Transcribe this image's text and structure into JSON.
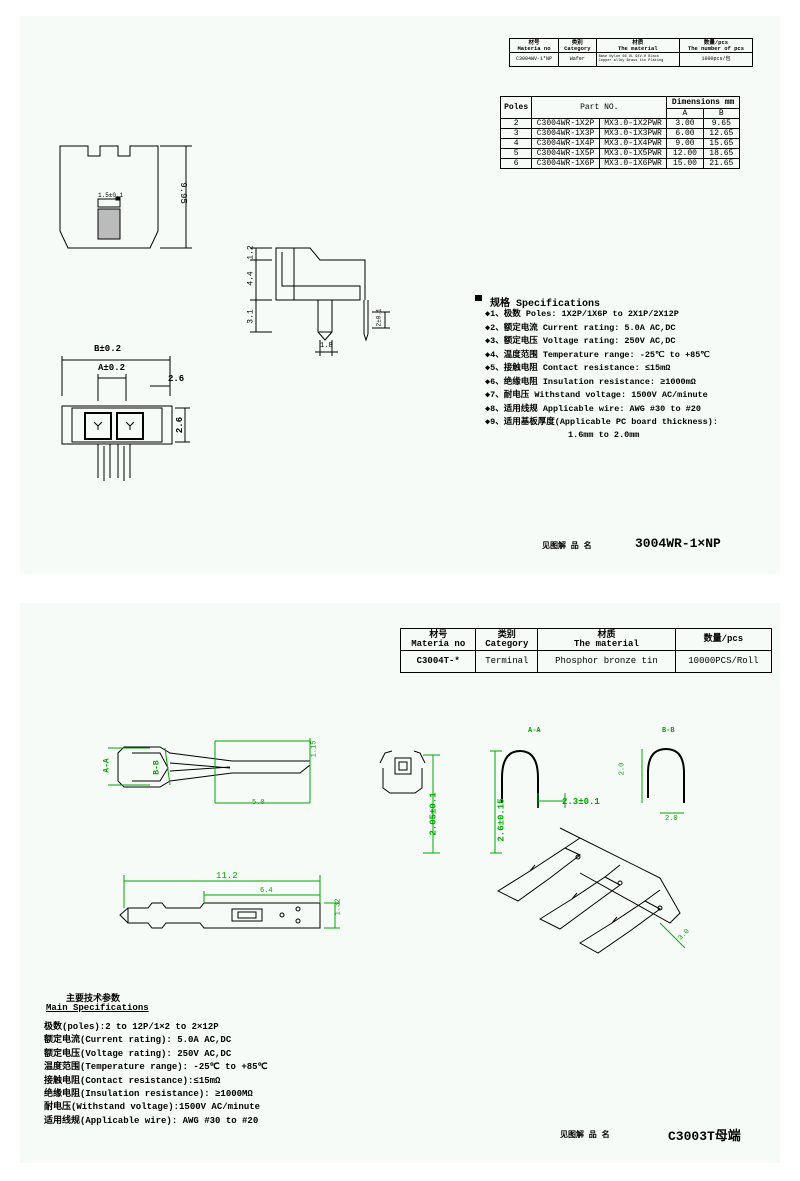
{
  "sheet1": {
    "mat": {
      "h1": "材号",
      "h1en": "Materia no",
      "h2": "类别",
      "h2en": "Category",
      "h3": "材质",
      "h3en": "The material",
      "h4": "数量/pcs",
      "h4en": "The number of pcs",
      "v1": "C3004WV-1*NP",
      "v2": "Wafer",
      "v3a": "Base",
      "v3b": "Nylon 66 UL 94V-0 Black",
      "v3c": "Copper alloy",
      "v3d": "Brass tin Plating",
      "v4": "1000pcs/包"
    },
    "poles": {
      "h_poles": "Poles",
      "h_part": "Part NO.",
      "h_dim": "Dimensions mm",
      "h_a": "A",
      "h_b": "B",
      "rows": [
        {
          "p": "2",
          "n1": "C3004WR-1X2P",
          "n2": "MX3.0-1X2PWR",
          "a": "3.00",
          "b": "9.65"
        },
        {
          "p": "3",
          "n1": "C3004WR-1X3P",
          "n2": "MX3.0-1X3PWR",
          "a": "6.00",
          "b": "12.65"
        },
        {
          "p": "4",
          "n1": "C3004WR-1X4P",
          "n2": "MX3.0-1X4PWR",
          "a": "9.00",
          "b": "15.65"
        },
        {
          "p": "5",
          "n1": "C3004WR-1X5P",
          "n2": "MX3.0-1X5PWR",
          "a": "12.00",
          "b": "18.65"
        },
        {
          "p": "6",
          "n1": "C3004WR-1X6P",
          "n2": "MX3.0-1X6PWR",
          "a": "15.00",
          "b": "21.65"
        }
      ]
    },
    "dims": {
      "d995": "9.95",
      "d15": "1.5±0.1",
      "d12": "1.2",
      "d44": "4.4",
      "d31": "3.1",
      "d18": "1.8",
      "d2": "2±0.1",
      "dB": "B±0.2",
      "dA": "A±0.2",
      "d26a": "2.6",
      "d26b": "2.6"
    },
    "spec_title": "规格 Specifications",
    "specs": [
      "◆1、极数 Poles: 1X2P/1X6P to 2X1P/2X12P",
      "◆2、额定电流 Current rating: 5.0A AC,DC",
      "◆3、额定电压 Voltage rating: 250V AC,DC",
      "◆4、温度范围 Temperature range: -25℃ to +85℃",
      "◆5、接触电阻 Contact resistance: ≤15mΩ",
      "◆6、绝缘电阻 Insulation resistance: ≥1000mΩ",
      "◆7、耐电压 Withstand voltage: 1500V AC/minute",
      "◆8、适用线规 Applicable wire: AWG #30 to #20",
      "◆9、适用基板厚度(Applicable PC board thickness):"
    ],
    "spec_extra": "1.6mm to 2.0mm",
    "foot_label": "见图解 品 名",
    "foot_name": "3004WR-1×NP"
  },
  "sheet2": {
    "mat": {
      "h1": "材号",
      "h1en": "Materia no",
      "h2": "类别",
      "h2en": "Category",
      "h3": "材质",
      "h3en": "The material",
      "h4": "数量/pcs",
      "v1": "C3004T-*",
      "v2": "Terminal",
      "v3": "Phosphor bronze tin",
      "v4": "10000PCS/Roll"
    },
    "dims": {
      "d115": "1.15",
      "d50": "5.0",
      "dAA": "A-A",
      "dBB": "B-B",
      "d205": "2.05±0.1",
      "lAA": "A-A",
      "lBB": "B-B",
      "d26": "2.6±0.15",
      "d23": "2.3±0.1",
      "d20": "2.0",
      "d20b": "2.0",
      "d112": "11.2",
      "d64": "6.4",
      "d132": "1.32",
      "d30": "3.0"
    },
    "spec_title": "主要技术参数",
    "spec_title_en": "Main Specifications",
    "specs": [
      "极数(poles):2 to 12P/1×2 to 2×12P",
      "额定电流(Current rating): 5.0A AC,DC",
      "额定电压(Voltage rating): 250V AC,DC",
      "温度范围(Temperature range): -25℃ to +85℃",
      "接触电阻(Contact resistance):≤15mΩ",
      "绝缘电阻(Insulation resistance): ≥1000MΩ",
      "耐电压(Withstand voltage):1500V AC/minute",
      "适用线规(Applicable wire): AWG #30 to #20"
    ],
    "foot_label": "见图解 品 名",
    "foot_name": "C3003T母端"
  }
}
